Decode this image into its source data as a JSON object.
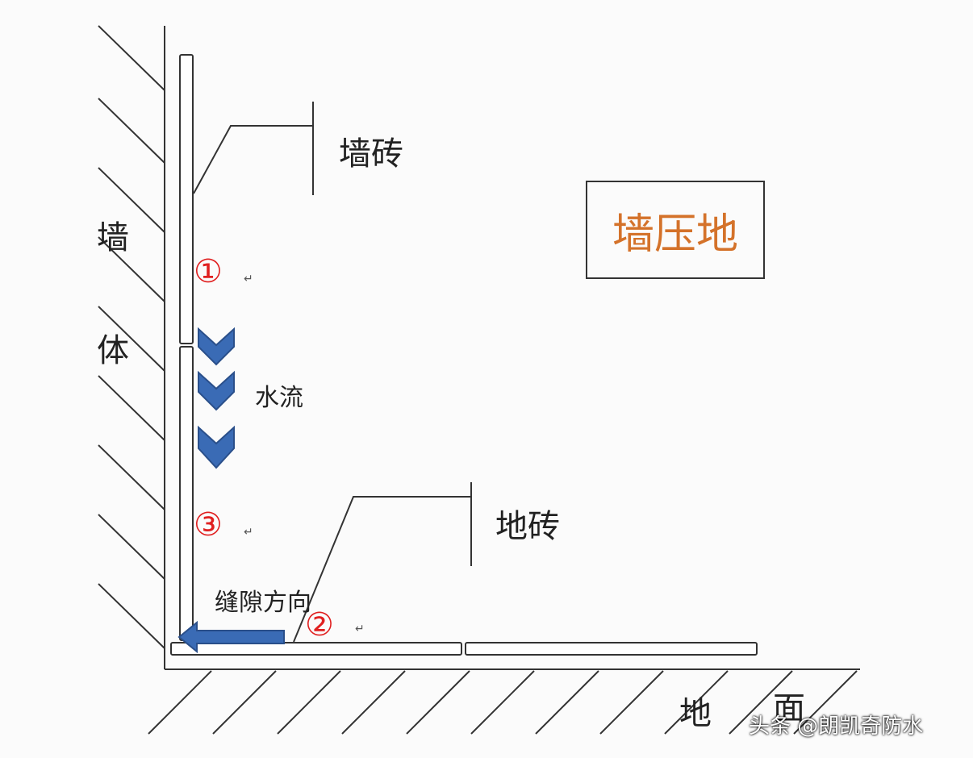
{
  "labels": {
    "wall_tile": "墙砖",
    "wall_char1": "墙",
    "wall_char2": "体",
    "floor_tile": "地砖",
    "water_flow": "水流",
    "gap_direction": "缝隙方向",
    "ground_char1": "地",
    "ground_char2": "面",
    "marker_1": "①",
    "marker_2": "②",
    "marker_3": "③",
    "return_mark": "↵"
  },
  "title": "墙压地",
  "watermark": "头条 @朗凯奇防水",
  "colors": {
    "title": "#d4722a",
    "markers": "#e02020",
    "arrows": "#3a6bb5",
    "lines": "#333333"
  }
}
